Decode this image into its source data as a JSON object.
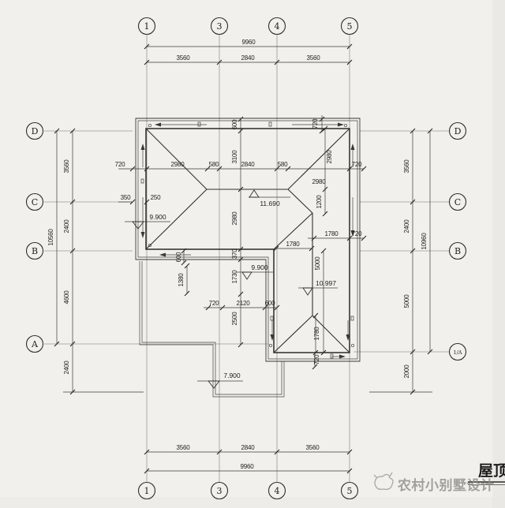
{
  "title": {
    "sheet": "屋顶",
    "watermark": "农村小别墅设计"
  },
  "colors": {
    "line": "#3a3835",
    "paper": "#f1f0ec",
    "watermark_gray": "#8f8d8a"
  },
  "axes": {
    "top": [
      "1",
      "3",
      "4",
      "5"
    ],
    "bottom": [
      "1",
      "3",
      "4",
      "5"
    ],
    "left": [
      "D",
      "C",
      "B",
      "A"
    ],
    "right": [
      "D",
      "C",
      "B",
      "1/A"
    ]
  },
  "dims": {
    "top": {
      "total": "9960",
      "s1": "3560",
      "s2": "2840",
      "s3": "3560"
    },
    "bottom": {
      "total": "9960",
      "s1": "3560",
      "s2": "2840",
      "s3": "3560"
    },
    "left": {
      "total": "10560",
      "s1": "3560",
      "s2": "2400",
      "s3": "4600",
      "s4": "2400"
    },
    "right": {
      "total": "10960",
      "s1": "3560",
      "s2": "2400",
      "s3": "5000",
      "s4": "2000"
    },
    "eave": {
      "l720": "720",
      "l2980": "2980",
      "l580": "580",
      "c2840": "2840",
      "r580": "580",
      "r720": "720",
      "rhip2980": "2980",
      "tr720": "720"
    },
    "center": {
      "v600": "600",
      "v3100": "3100",
      "v2980": "2980",
      "v370": "370",
      "v1730": "1730",
      "v2500": "2500"
    },
    "leftsmall": {
      "d350": "350",
      "d250": "250",
      "v600": "600",
      "v1380": "1380"
    },
    "row": {
      "d720": "720",
      "d2120": "2120",
      "d600": "600"
    },
    "rightcol": {
      "h2980": "2980",
      "v1200": "1200",
      "h1780": "1780",
      "h720": "720",
      "l1780": "1780",
      "v5000": "5000"
    },
    "wing": {
      "v1780": "1780",
      "v720": "720"
    }
  },
  "elevations": {
    "eave_left": "9.900",
    "ridge": "11.690",
    "porch": "9.900",
    "wing": "10.997",
    "terrace": "7.900"
  }
}
